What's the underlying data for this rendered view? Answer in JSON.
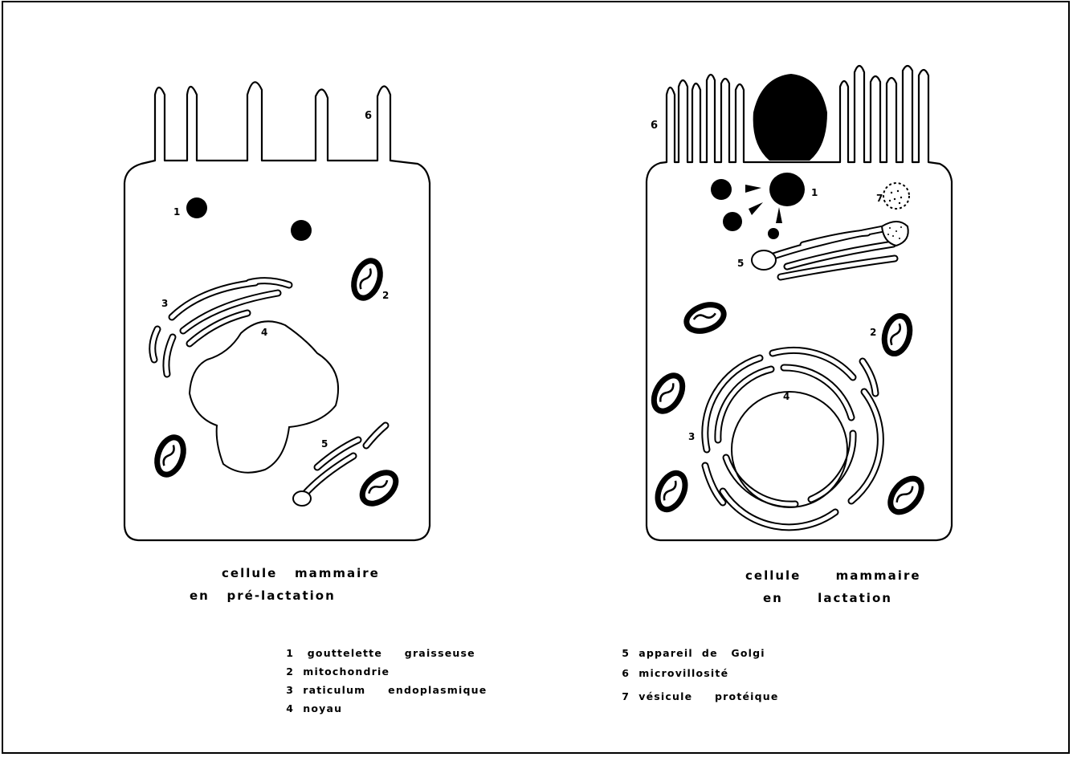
{
  "cells": [
    {
      "id": "pre-lactation",
      "caption_line1": "cellule   mammaire",
      "caption_line2": "en   pré-lactation",
      "markers": {
        "fat": "1",
        "mito": "2",
        "er": "3",
        "nucleus": "4",
        "golgi": "5",
        "villi": "6"
      }
    },
    {
      "id": "lactation",
      "caption_line1": "cellule      mammaire",
      "caption_line2": "en      lactation",
      "markers": {
        "fat": "1",
        "mito": "2",
        "er": "3",
        "nucleus": "4",
        "golgi": "5",
        "villi": "6",
        "vesicle": "7"
      }
    }
  ],
  "legend": [
    {
      "num": "1",
      "text": "gouttelette     graisseuse"
    },
    {
      "num": "2",
      "text": "mitochondrie"
    },
    {
      "num": "3",
      "text": "raticulum     endoplasmique"
    },
    {
      "num": "4",
      "text": "noyau"
    },
    {
      "num": "5",
      "text": "appareil  de   Golgi"
    },
    {
      "num": "6",
      "text": "microvillosité"
    },
    {
      "num": "7",
      "text": "vésicule     protéique"
    }
  ]
}
